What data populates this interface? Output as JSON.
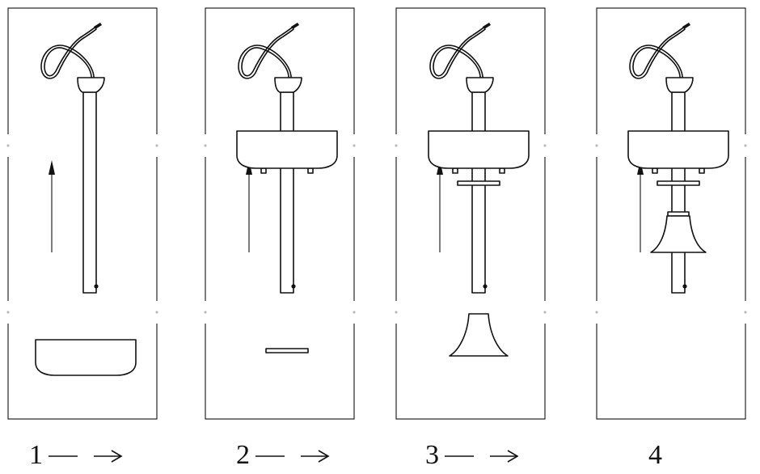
{
  "steps": [
    {
      "label": "1",
      "has_next_arrow": true
    },
    {
      "label": "2",
      "has_next_arrow": true
    },
    {
      "label": "3",
      "has_next_arrow": true
    },
    {
      "label": "4",
      "has_next_arrow": false
    }
  ],
  "icons": {
    "cable": "cable-icon",
    "canopy": "ceiling-canopy-icon",
    "rod": "downrod-icon",
    "bowl": "light-bowl-icon",
    "ring": "locking-ring-icon",
    "bell": "bell-shade-icon",
    "arrow_up": "up-arrow-icon",
    "arrow_right": "right-arrow-icon"
  },
  "colors": {
    "line": "#111111",
    "background": "#ffffff"
  }
}
